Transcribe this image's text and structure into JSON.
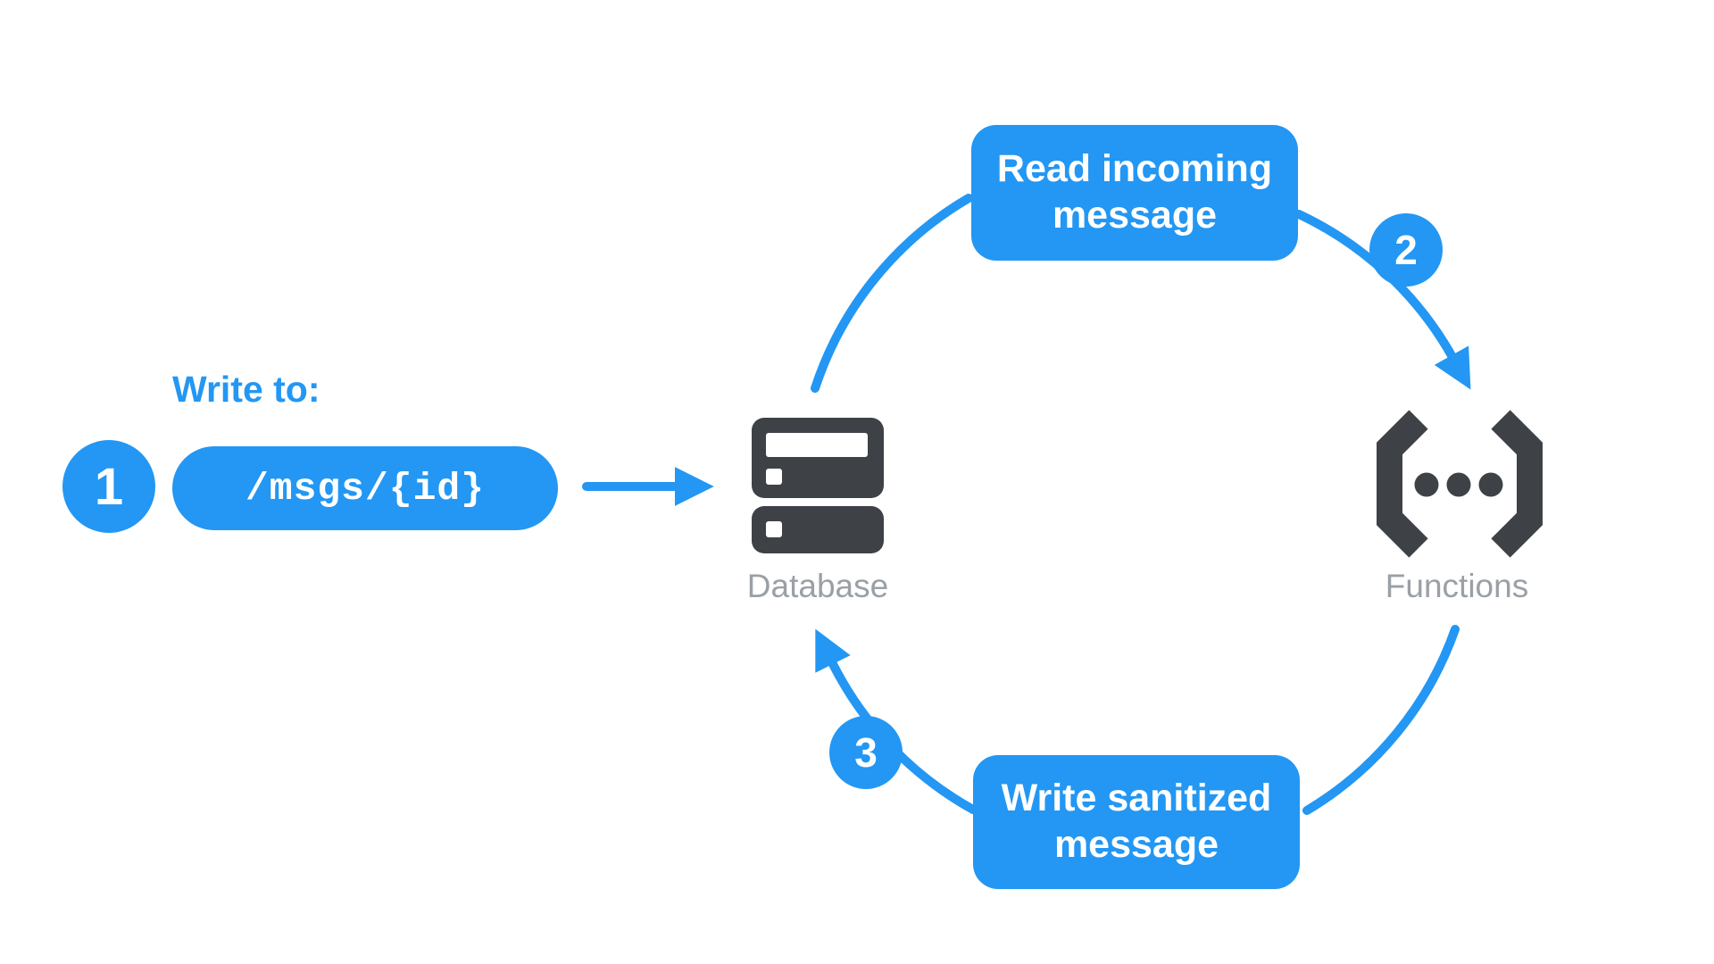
{
  "palette": {
    "accent": "#2397F3",
    "icon": "#3E4247",
    "label": "#9AA0A6",
    "on-accent": "#FFFFFF",
    "bg": "#FFFFFF"
  },
  "annotation": {
    "heading": "Write to:",
    "step_number": "1",
    "path_value": "/msgs/{id}"
  },
  "cycle": {
    "read_box_label": "Read incoming message",
    "step2_number": "2",
    "write_box_label": "Write sanitized message",
    "step3_number": "3"
  },
  "nodes": {
    "database": {
      "label": "Database",
      "icon": "server-database-icon"
    },
    "functions": {
      "label": "Functions",
      "icon": "code-brackets-dots-icon"
    }
  }
}
